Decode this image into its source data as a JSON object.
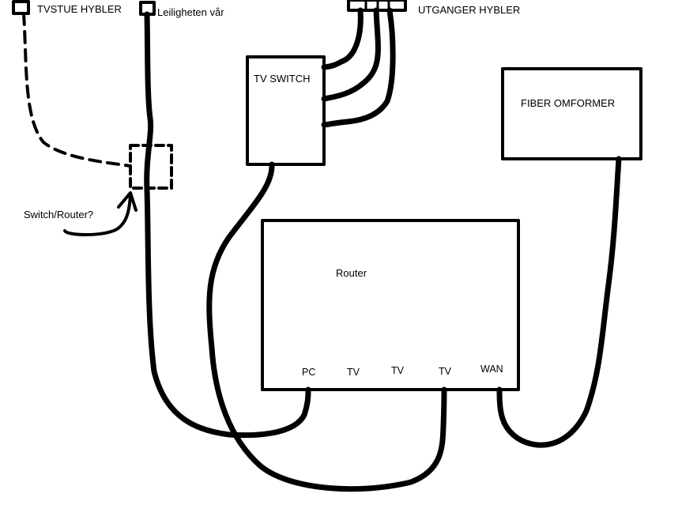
{
  "colors": {
    "ink": "#000000",
    "background": "#ffffff"
  },
  "labels": {
    "tvstue_hybler": "TVSTUE HYBLER",
    "leiligheten_var": "Leiligheten vår",
    "utganger_hybler": "UTGANGER HYBLER",
    "tv_switch": "TV SWITCH",
    "fiber_omformer": "FIBER OMFORMER",
    "router": "Router",
    "switch_router_question": "Switch/Router?"
  },
  "router_ports": [
    {
      "id": "pc",
      "label": "PC"
    },
    {
      "id": "tv1",
      "label": "TV"
    },
    {
      "id": "tv2",
      "label": "TV"
    },
    {
      "id": "tv3",
      "label": "TV"
    },
    {
      "id": "wan",
      "label": "WAN"
    }
  ]
}
